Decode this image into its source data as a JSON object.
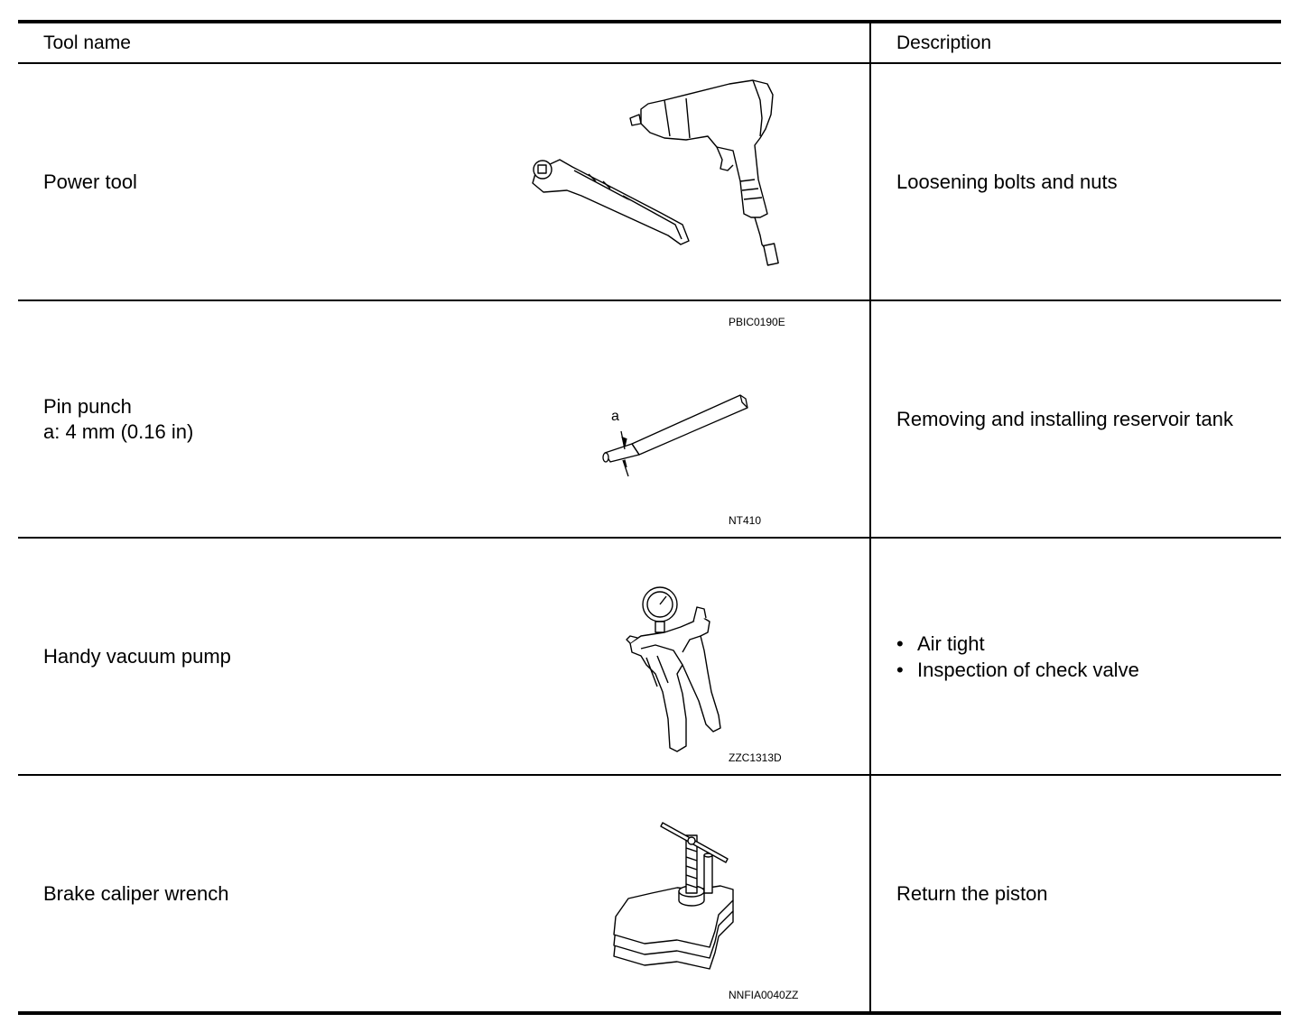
{
  "header": {
    "tool_name": "Tool name",
    "description": "Description"
  },
  "rows": [
    {
      "name": "Power tool",
      "detail": "",
      "image_code": "PBIC0190E",
      "description": "Loosening bolts and nuts"
    },
    {
      "name": "Pin punch",
      "detail": "a: 4 mm (0.16 in)",
      "image_code": "NT410",
      "callout": "a",
      "description": "Removing and installing reservoir tank"
    },
    {
      "name": "Handy vacuum pump",
      "detail": "",
      "image_code": "ZZC1313D",
      "bullets": [
        "Air tight",
        "Inspection of check valve"
      ],
      "bullet_glyph": "•"
    },
    {
      "name": "Brake caliper wrench",
      "detail": "",
      "image_code": "NNFIA0040ZZ",
      "description": "Return the piston"
    }
  ]
}
